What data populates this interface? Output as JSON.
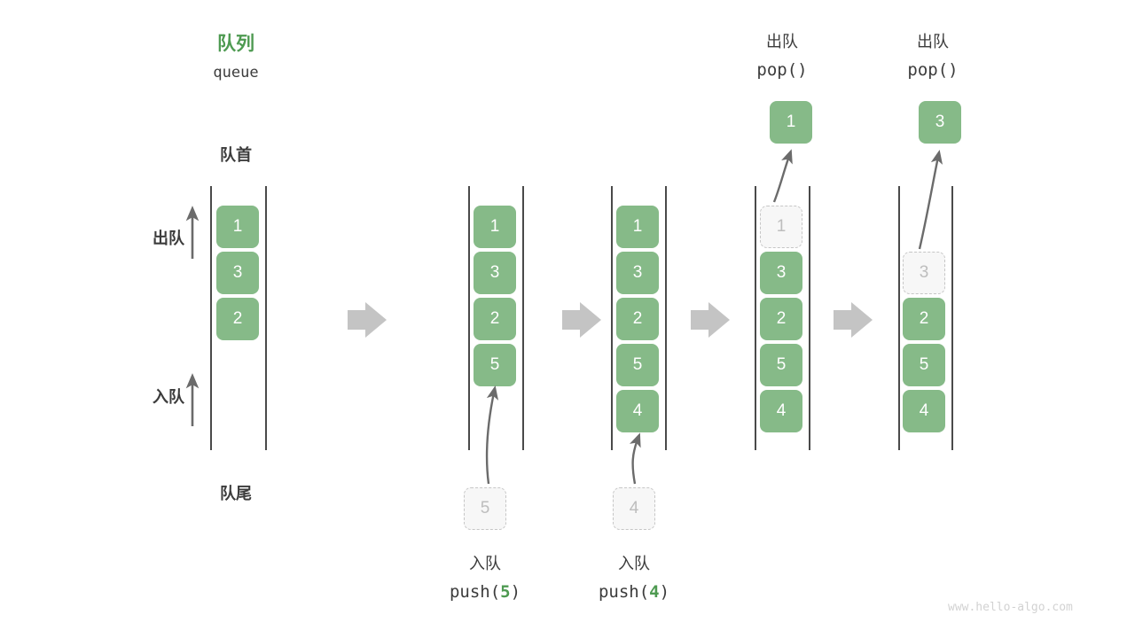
{
  "diagram": {
    "title_cn": "队列",
    "title_en": "queue",
    "head_label": "队首",
    "tail_label": "队尾",
    "dequeue_label": "出队",
    "enqueue_label": "入队",
    "watermark": "www.hello-algo.com",
    "colors": {
      "accent_green": "#4e9a51",
      "cell_green": "#86ba88",
      "ghost_fill": "#f7f7f7",
      "ghost_border": "#c6c6c6",
      "rail": "#4a4a4a",
      "flow_arrow": "#c4c4c4",
      "text": "#3c3c3c",
      "watermark": "#d2d2d2"
    }
  },
  "columns": [
    {
      "name": "initial-queue",
      "cells": [
        {
          "value": "1",
          "state": "filled"
        },
        {
          "value": "3",
          "state": "filled"
        },
        {
          "value": "2",
          "state": "filled"
        }
      ],
      "operation": null,
      "result": null
    },
    {
      "name": "after-push-5",
      "cells": [
        {
          "value": "1",
          "state": "filled"
        },
        {
          "value": "3",
          "state": "filled"
        },
        {
          "value": "2",
          "state": "filled"
        },
        {
          "value": "5",
          "state": "filled"
        }
      ],
      "operation": {
        "label_cn": "入队",
        "code_prefix": "push(",
        "code_arg": "5",
        "code_suffix": ")",
        "incoming_value": "5"
      },
      "result": null
    },
    {
      "name": "after-push-4",
      "cells": [
        {
          "value": "1",
          "state": "filled"
        },
        {
          "value": "3",
          "state": "filled"
        },
        {
          "value": "2",
          "state": "filled"
        },
        {
          "value": "5",
          "state": "filled"
        },
        {
          "value": "4",
          "state": "filled"
        }
      ],
      "operation": {
        "label_cn": "入队",
        "code_prefix": "push(",
        "code_arg": "4",
        "code_suffix": ")",
        "incoming_value": "4"
      },
      "result": null
    },
    {
      "name": "after-pop-1",
      "cells": [
        {
          "value": "1",
          "state": "ghost"
        },
        {
          "value": "3",
          "state": "filled"
        },
        {
          "value": "2",
          "state": "filled"
        },
        {
          "value": "5",
          "state": "filled"
        },
        {
          "value": "4",
          "state": "filled"
        }
      ],
      "operation": {
        "label_cn": "出队",
        "code_prefix": "pop(",
        "code_arg": "",
        "code_suffix": ")"
      },
      "result": {
        "value": "1"
      }
    },
    {
      "name": "after-pop-3",
      "cells": [
        {
          "value": "3",
          "state": "ghost"
        },
        {
          "value": "2",
          "state": "filled"
        },
        {
          "value": "5",
          "state": "filled"
        },
        {
          "value": "4",
          "state": "filled"
        }
      ],
      "operation": {
        "label_cn": "出队",
        "code_prefix": "pop(",
        "code_arg": "",
        "code_suffix": ")"
      },
      "result": {
        "value": "3"
      }
    }
  ]
}
